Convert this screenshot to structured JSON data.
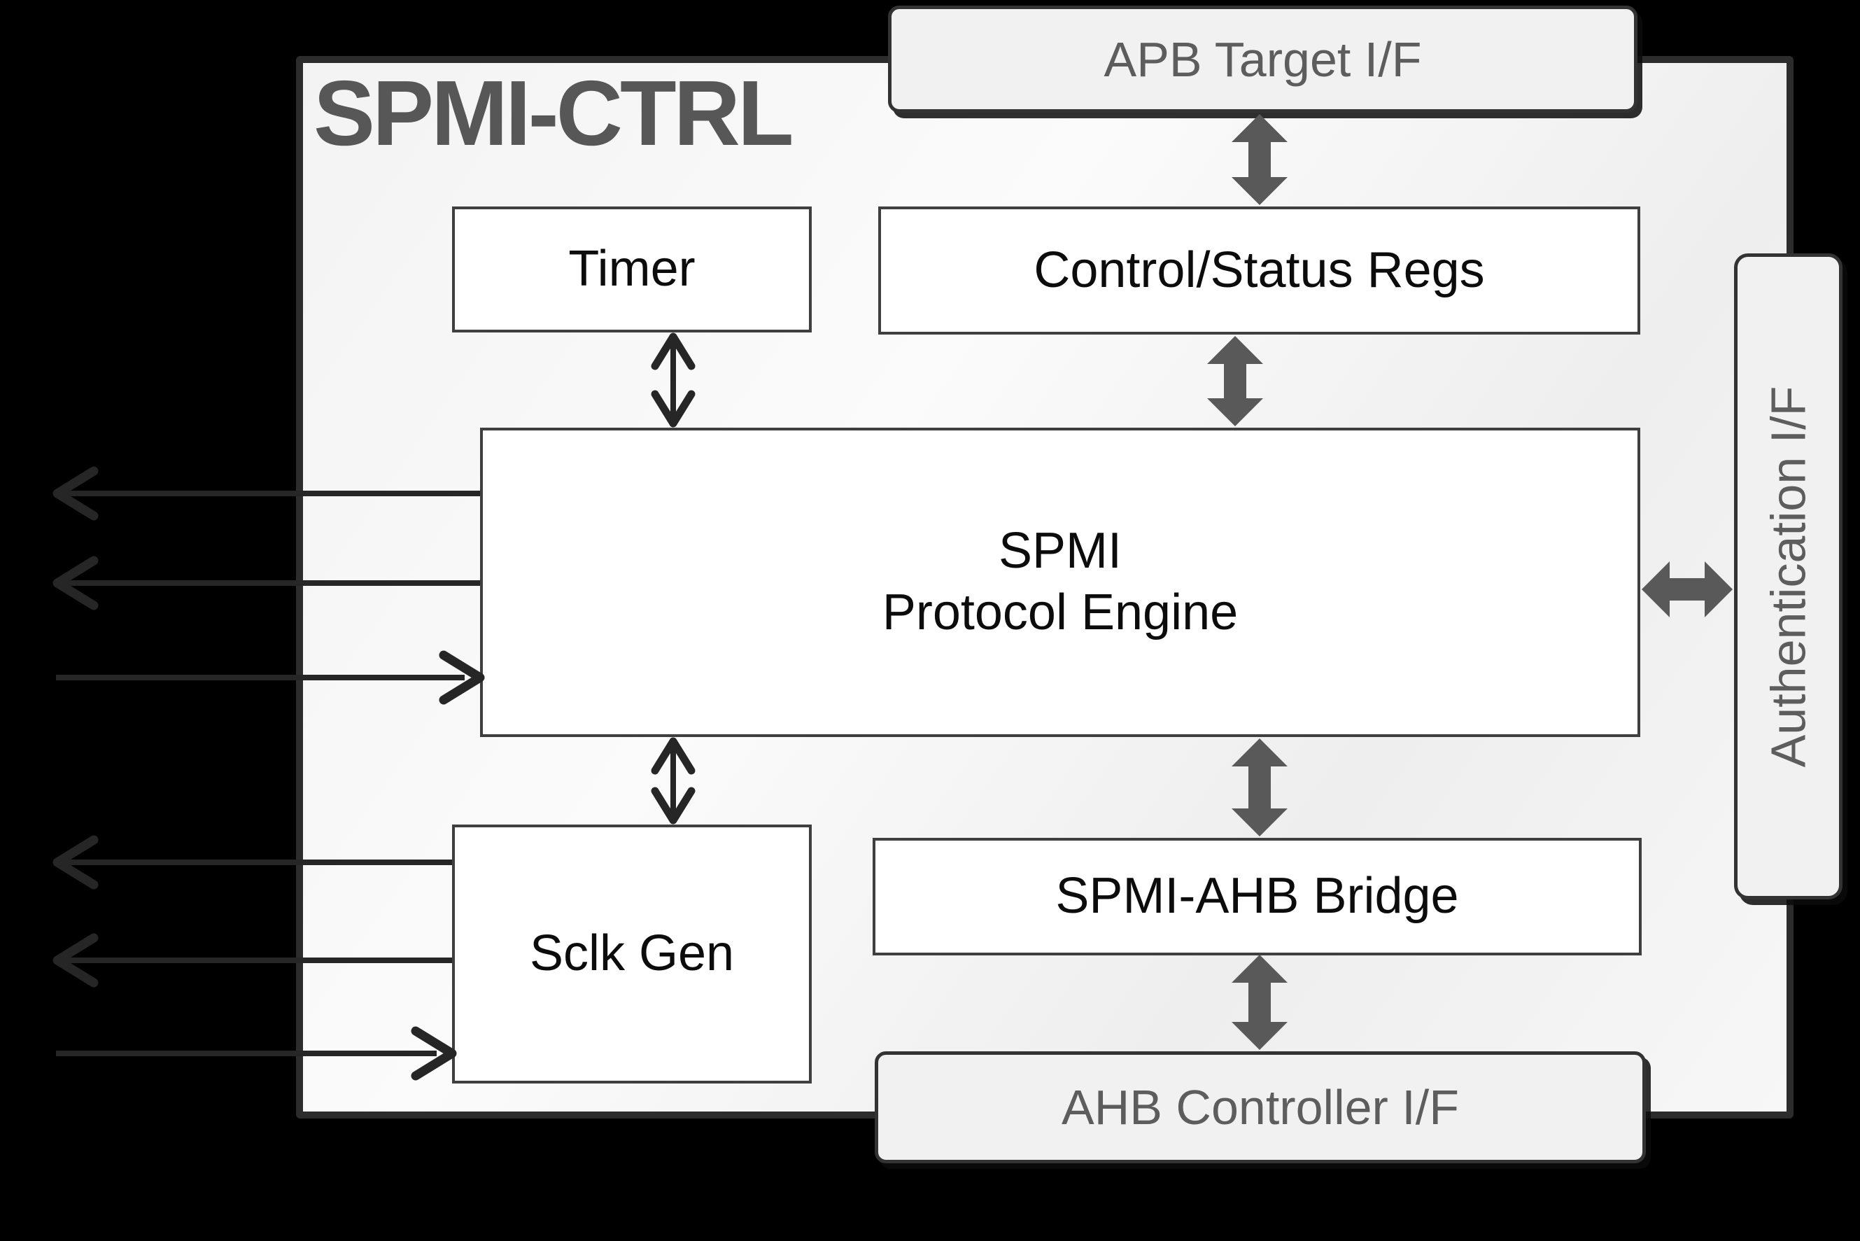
{
  "title": "SPMI-CTRL",
  "blocks": {
    "apb": {
      "label": "APB Target I/F"
    },
    "timer": {
      "label": "Timer"
    },
    "csr": {
      "label": "Control/Status Regs"
    },
    "engine": {
      "label_line1": "SPMI",
      "label_line2": "Protocol Engine"
    },
    "sclk": {
      "label": "Sclk Gen"
    },
    "bridge": {
      "label": "SPMI-AHB Bridge"
    },
    "ahb": {
      "label": "AHB Controller I/F"
    },
    "auth": {
      "label": "Authentication I/F"
    }
  },
  "colors": {
    "canvas_bg": "#000000",
    "module_border": "#2c2c2c",
    "block_fill": "#ffffff",
    "block_border": "#3f3f3f",
    "io_fill": "#f1f1f1",
    "io_border": "#333333",
    "io_text": "#5d5d5d",
    "title_text": "#575757",
    "label_text": "#0c0c0c",
    "thick_arrow": "#595959",
    "thin_arrow": "#262626"
  },
  "connectors": [
    {
      "name": "apb-regs-arrow",
      "between": [
        "APB Target I/F",
        "Control/Status Regs"
      ],
      "style": "thick-double-arrow-vertical"
    },
    {
      "name": "regs-engine-arrow",
      "between": [
        "Control/Status Regs",
        "SPMI Protocol Engine"
      ],
      "style": "thick-double-arrow-vertical"
    },
    {
      "name": "engine-bridge-arrow",
      "between": [
        "SPMI Protocol Engine",
        "SPMI-AHB Bridge"
      ],
      "style": "thick-double-arrow-vertical"
    },
    {
      "name": "bridge-ahb-arrow",
      "between": [
        "SPMI-AHB Bridge",
        "AHB Controller I/F"
      ],
      "style": "thick-double-arrow-vertical"
    },
    {
      "name": "engine-auth-arrow",
      "between": [
        "SPMI Protocol Engine",
        "Authentication I/F"
      ],
      "style": "thick-double-arrow-horizontal"
    },
    {
      "name": "timer-engine-arrow",
      "between": [
        "Timer",
        "SPMI Protocol Engine"
      ],
      "style": "thin-double-arrow-vertical"
    },
    {
      "name": "engine-sclk-arrow",
      "between": [
        "SPMI Protocol Engine",
        "Sclk Gen"
      ],
      "style": "thin-double-arrow-vertical"
    },
    {
      "name": "engine-signal-out-1",
      "from": "SPMI Protocol Engine",
      "direction": "left-out"
    },
    {
      "name": "engine-signal-out-2",
      "from": "SPMI Protocol Engine",
      "direction": "left-out"
    },
    {
      "name": "engine-signal-in-1",
      "to": "SPMI Protocol Engine",
      "direction": "right-in"
    },
    {
      "name": "sclk-signal-out-1",
      "from": "Sclk Gen",
      "direction": "left-out"
    },
    {
      "name": "sclk-signal-out-2",
      "from": "Sclk Gen",
      "direction": "left-out"
    },
    {
      "name": "sclk-signal-in-1",
      "to": "Sclk Gen",
      "direction": "right-in"
    }
  ]
}
